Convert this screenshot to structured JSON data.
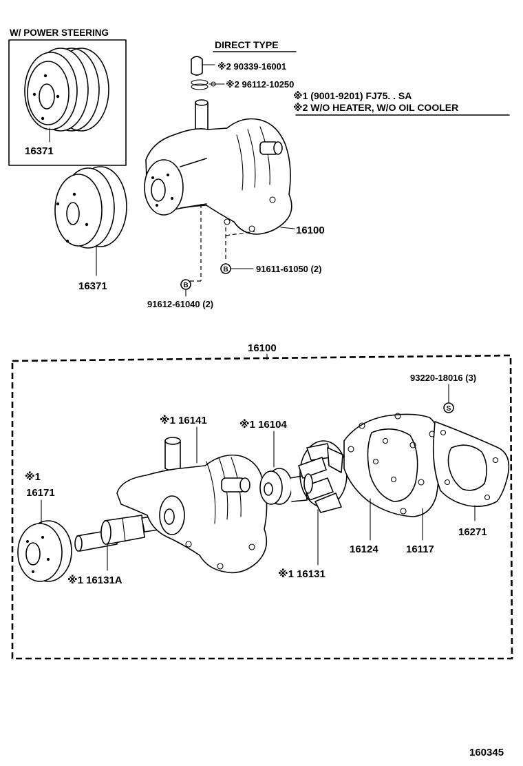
{
  "labels": {
    "power_steering_header": "W/ POWER STEERING",
    "pulley_ps_part": "16371",
    "pulley_part": "16371",
    "direct_type_header": "DIRECT TYPE",
    "cap_part": "※2 90339-16001",
    "clamp_part": "※2 96112-10250",
    "note1": "※1 (9001-9201) FJ75. . SA",
    "note2": "※2 W/O HEATER, W/O OIL COOLER",
    "pump_assy_part": "16100",
    "bolt_b_upper": "91611-61050 (2)",
    "bolt_b_lower": "91612-61040 (2)",
    "assembly_header": "16100",
    "stud_s_part": "93220-18016 (3)",
    "body_part": "※1 16141",
    "seal_part": "※1 16104",
    "flange_part_marker": "※1",
    "flange_part": "16171",
    "shaft_part": "※1 16131A",
    "rotor_part": "※1 16131",
    "gasket_inner_part": "16124",
    "plate_part": "16117",
    "gasket_outer_part": "16271",
    "diagram_number": "160345",
    "callout_b_upper": "B",
    "callout_b_lower": "B",
    "callout_s": "S"
  }
}
